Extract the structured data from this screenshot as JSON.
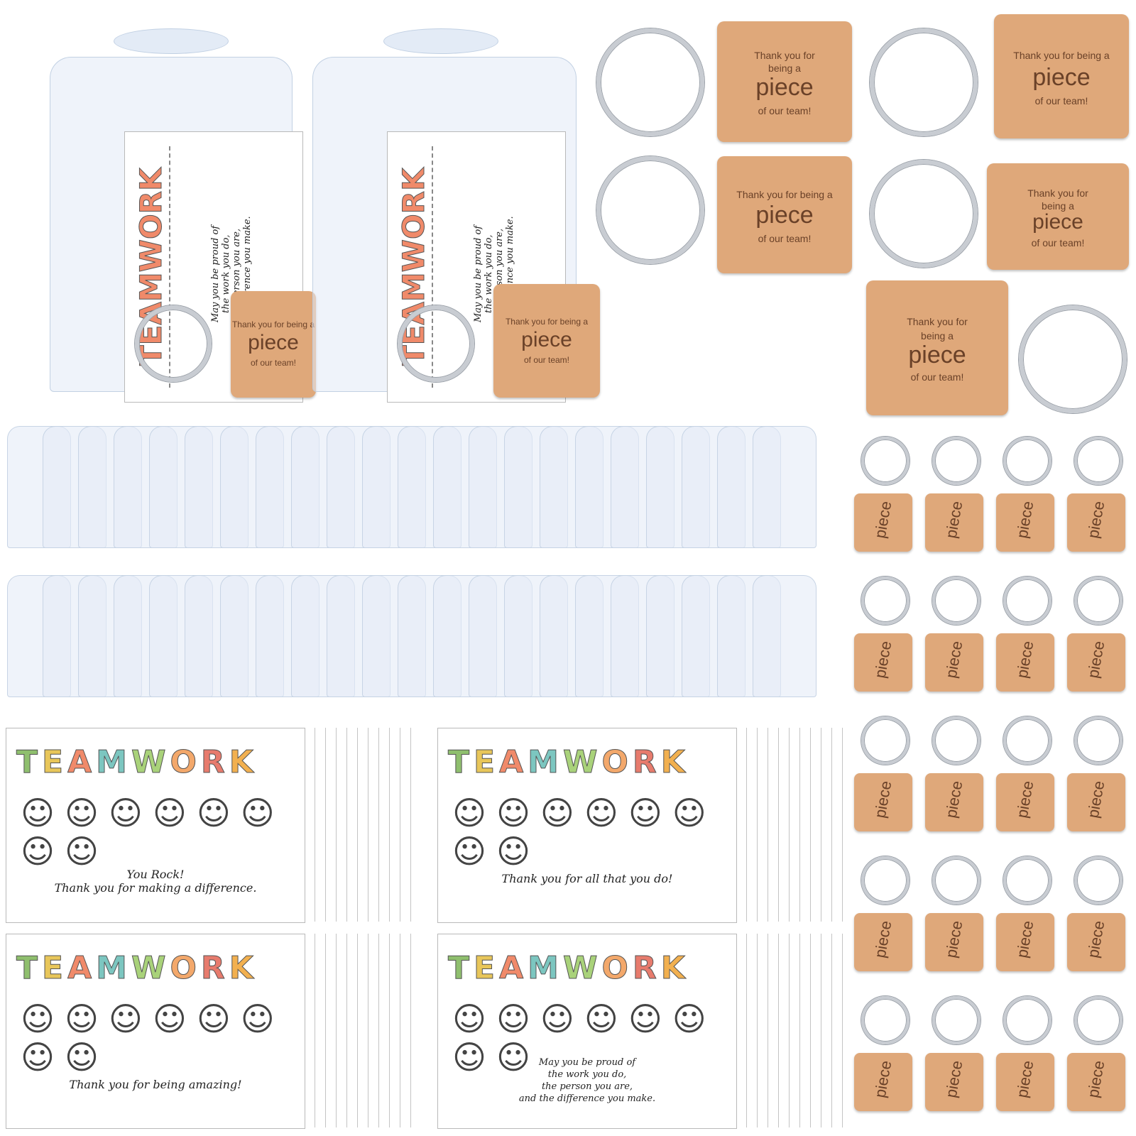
{
  "product_scene": {
    "bag_card": {
      "heading_vertical": "TEAMWORK",
      "message": "May you be proud of\nthe work you do,\nthe person you are,\nthe difference you make."
    },
    "keychain_text": {
      "line1": "Thank you for being a",
      "big": "piece",
      "line3": "of our team!"
    },
    "keychain_text_wrapped": {
      "line1": "Thank you for",
      "line2": "being a",
      "big": "piece",
      "line3": "of our team!"
    },
    "cards": [
      {
        "heading": "TEAMWORK",
        "message": "You Rock!\nThank you for making a difference."
      },
      {
        "heading": "TEAMWORK",
        "message": "Thank you for all that you do!"
      },
      {
        "heading": "TEAMWORK",
        "message": "Thank you for being amazing!"
      },
      {
        "heading": "TEAMWORK",
        "message": "May you be proud of\nthe work you do,\nthe person you are,\nand the difference you make."
      }
    ],
    "colors": {
      "bag": "#e1e9f5",
      "wood": "#dfa87a",
      "engraving": "#6a4128",
      "ring": "#c8ccd2",
      "letters": [
        "#8fbf6e",
        "#e8c65a",
        "#f08a6a",
        "#7cc6c0",
        "#a9d27a",
        "#f3a86b",
        "#e77b6d",
        "#f2b04f"
      ]
    }
  }
}
